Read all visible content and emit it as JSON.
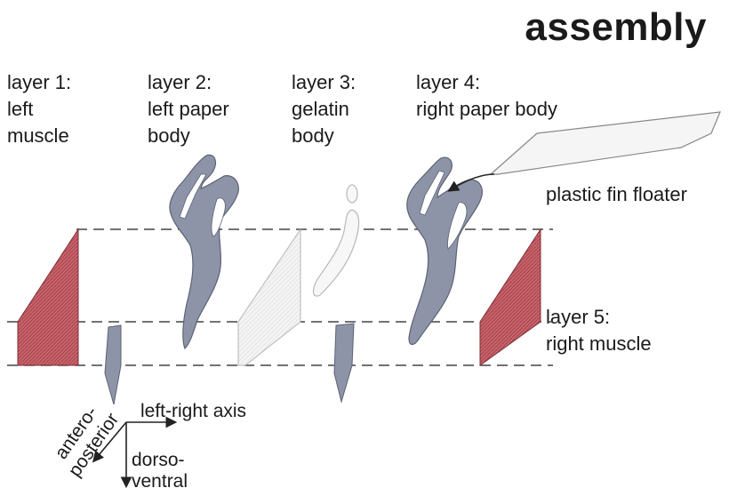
{
  "title": "assembly",
  "layers": [
    {
      "lines": [
        "layer 1:",
        "left",
        "muscle"
      ]
    },
    {
      "lines": [
        "layer 2:",
        "left paper",
        "body"
      ]
    },
    {
      "lines": [
        "layer 3:",
        "gelatin",
        "body"
      ]
    },
    {
      "lines": [
        "layer 4:",
        "right paper body"
      ]
    },
    {
      "lines": [
        "layer 5:",
        "right muscle"
      ]
    }
  ],
  "fin_label": "plastic fin floater",
  "axes": {
    "left_right": "left-right axis",
    "antero_posterior": "antero-\nposterior",
    "dorso_ventral": [
      "dorso-",
      "ventral"
    ]
  },
  "colors": {
    "paper": "#8e94a8",
    "paper_edge": "#5c6275",
    "muscle": "#c9636b",
    "gelatin": "#f2f2f2",
    "dash": "#444444"
  }
}
